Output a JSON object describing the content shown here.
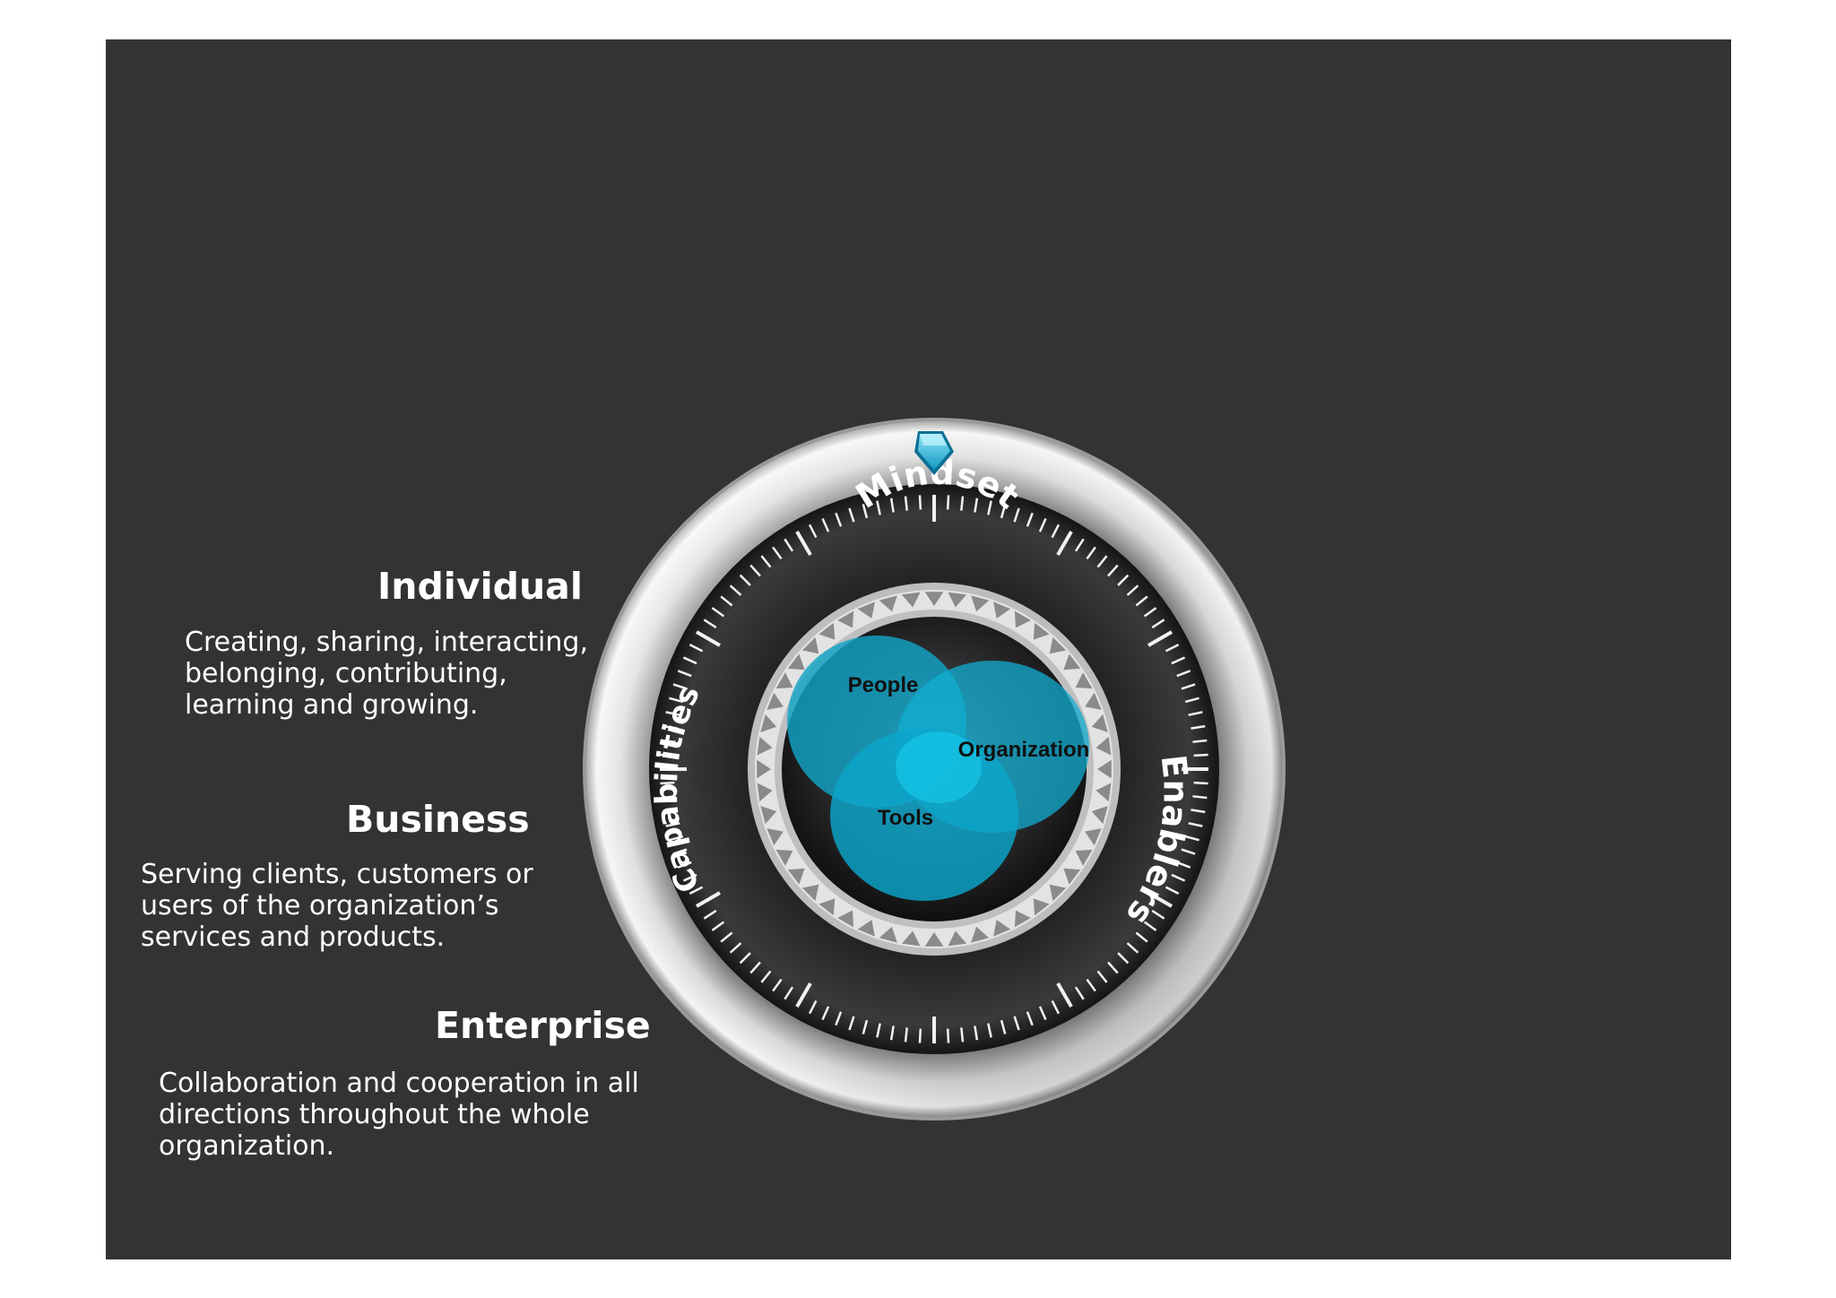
{
  "sections": [
    {
      "id": "individual",
      "heading": "Individual",
      "lines": [
        "Creating, sharing, interacting,",
        "belonging, contributing,",
        "learning and growing."
      ]
    },
    {
      "id": "business",
      "heading": "Business",
      "lines": [
        "Serving clients, customers or",
        "users of the organization’s",
        "services and products."
      ]
    },
    {
      "id": "enterprise",
      "heading": "Enterprise",
      "lines": [
        "Collaboration and cooperation in all",
        "directions throughout the whole",
        "organization."
      ]
    }
  ],
  "dial": {
    "ring_labels": {
      "top": "Mindset",
      "left": "Capabilities",
      "right": "Enablers"
    },
    "venn": {
      "people": "People",
      "organization": "Organization",
      "tools": "Tools"
    },
    "marker_icon": "diamond-pointer-icon",
    "colors": {
      "accent": "#14b4d6",
      "background": "#333234",
      "bezel": "#c9c9c9"
    }
  }
}
